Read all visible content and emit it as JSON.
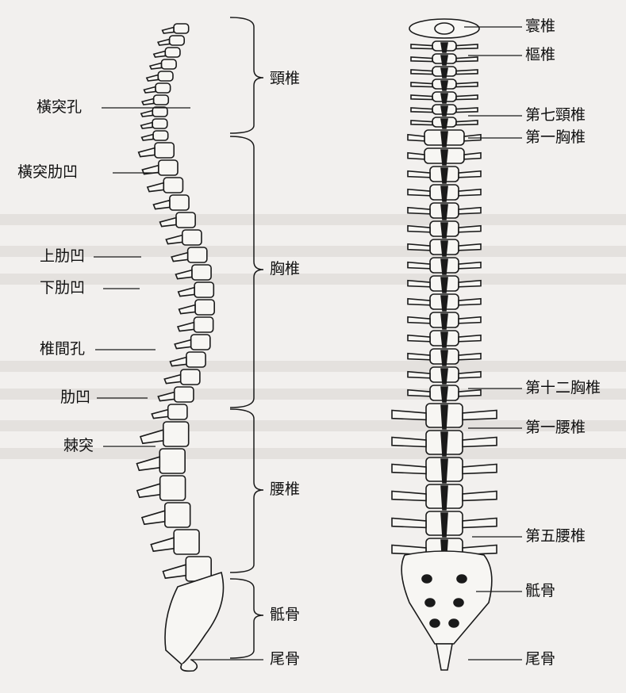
{
  "figure": {
    "left_labels": [
      {
        "key": "transverse_foramen",
        "text": "橫突孔"
      },
      {
        "key": "transverse_costal_facet",
        "text": "橫突肋凹"
      },
      {
        "key": "superior_costal_facet",
        "text": "上肋凹"
      },
      {
        "key": "inferior_costal_facet",
        "text": "下肋凹"
      },
      {
        "key": "intervertebral_foramen",
        "text": "椎間孔"
      },
      {
        "key": "costal_facet",
        "text": "肋凹"
      },
      {
        "key": "spinous_process",
        "text": "棘突"
      }
    ],
    "region_labels": [
      {
        "key": "cervical",
        "text": "頸椎"
      },
      {
        "key": "thoracic",
        "text": "胸椎"
      },
      {
        "key": "lumbar",
        "text": "腰椎"
      },
      {
        "key": "sacrum",
        "text": "骶骨"
      },
      {
        "key": "coccyx",
        "text": "尾骨"
      }
    ],
    "right_labels": [
      {
        "key": "atlas",
        "text": "寰椎"
      },
      {
        "key": "axis",
        "text": "樞椎"
      },
      {
        "key": "c7",
        "text": "第七頸椎"
      },
      {
        "key": "t1",
        "text": "第一胸椎"
      },
      {
        "key": "t12",
        "text": "第十二胸椎"
      },
      {
        "key": "l1",
        "text": "第一腰椎"
      },
      {
        "key": "l5",
        "text": "第五腰椎"
      },
      {
        "key": "sacrum",
        "text": "骶骨"
      },
      {
        "key": "coccyx",
        "text": "尾骨"
      }
    ]
  },
  "colors": {
    "ink": "#1a1a1a",
    "paper": "#f2f0ee",
    "bone": "#f7f6f3"
  }
}
